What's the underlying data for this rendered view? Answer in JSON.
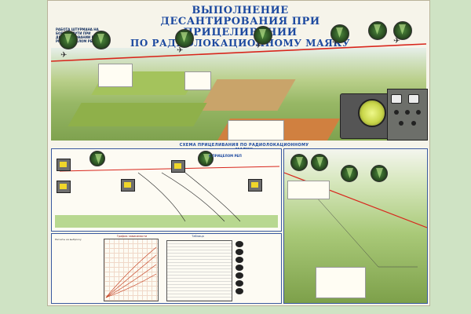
{
  "poster": {
    "title_line1": "ВЫПОЛНЕНИЕ ДЕСАНТИРОВАНИЯ ПРИ ПРИЦЕЛИВАНИИ",
    "title_line2": "ПО РАДИОЛОКАЦИОННОМУ МАЯКУ",
    "scheme_title": "СХЕМА ПРИЦЕЛИВАНИЯ ПО РАДИОЛОКАЦИОННОМУ МАЯКУ",
    "upper_note": "РАБОТА ШТУРМАНА НА БОЕВОМ ПУТИ ПРИ ДЕСАНТИРОВАНИИ ПО РМ С ПРИЦЕЛОМ РБП",
    "sub_caption_left": "С ПРИЦЕЛОМ РБП",
    "graph_title": "График зависимости",
    "table_title": "Таблица",
    "bottom_note": "Расчеты на выброску"
  },
  "colors": {
    "title": "#1d4aa0",
    "track_line": "#d8261c",
    "scope_yellow": "#d9e24a"
  }
}
